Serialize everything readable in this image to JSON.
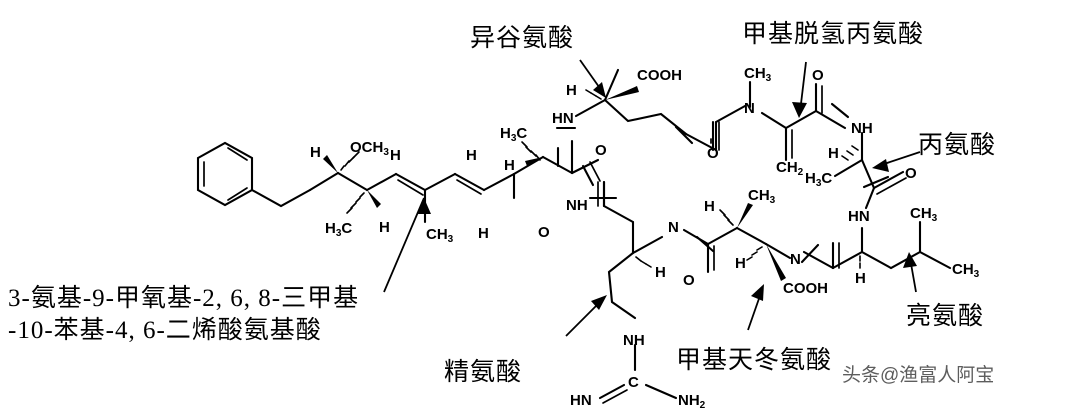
{
  "figure": {
    "kind": "chemical-structure-diagram",
    "subject": "cyclic peptide (microcystin-type) annotated with Chinese residue names",
    "background_color": "#ffffff",
    "ink_color": "#000000"
  },
  "annotations": [
    {
      "id": "adda",
      "text": "3-氨基-9-甲氧基-2, 6, 8-三甲基",
      "position": "bottom-left-line1"
    },
    {
      "id": "adda2",
      "text": "-10-苯基-4, 6-二烯酸氨基酸",
      "position": "bottom-left-line2"
    },
    {
      "id": "isoglu",
      "text": "异谷氨酸",
      "position": "top-center-left"
    },
    {
      "id": "mdha",
      "text": "甲基脱氢丙氨酸",
      "position": "top-center-right"
    },
    {
      "id": "alanine",
      "text": "丙氨酸",
      "position": "right-upper"
    },
    {
      "id": "leucine",
      "text": "亮氨酸",
      "position": "right-lower"
    },
    {
      "id": "arginine",
      "text": "精氨酸",
      "position": "bottom-center-left"
    },
    {
      "id": "measp",
      "text": "甲基天冬氨酸",
      "position": "bottom-center-right"
    }
  ],
  "atom_labels": {
    "och3": "OCH",
    "och3_sub": "3",
    "h": "H",
    "h3c_main": "H",
    "h3c_sub": "3",
    "h3c_c": "C",
    "ch3_main": "CH",
    "ch3_sub": "3",
    "ch2_main": "CH",
    "ch2_sub": "2",
    "cooh": "COOH",
    "hn": "HN",
    "nh": "NH",
    "n": "N",
    "o": "O",
    "c": "C",
    "nh2_main": "NH",
    "nh2_sub": "2"
  },
  "watermark": {
    "text": "头条@渔富人阿宝"
  }
}
